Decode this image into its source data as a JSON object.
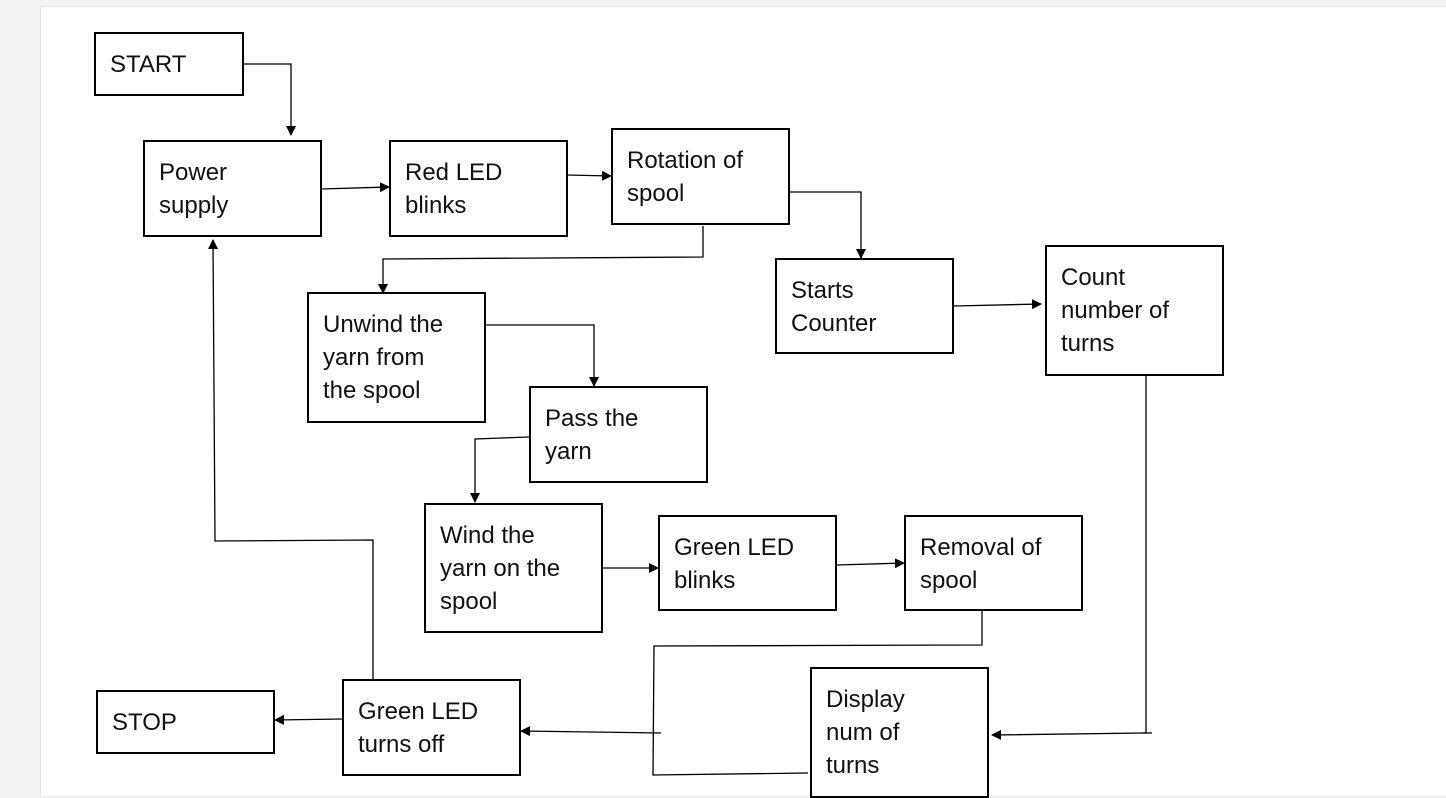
{
  "flowchart": {
    "start": "START",
    "power_supply": "Power\nsupply",
    "red_led": "Red LED\nblinks",
    "rotation": "Rotation of\nspool",
    "starts_counter": "Starts\nCounter",
    "count_turns": "Count\nnumber of\nturns",
    "unwind": "Unwind the\nyarn from\nthe spool",
    "pass_yarn": "Pass the\nyarn",
    "wind": "Wind the\nyarn on the\nspool",
    "green_blinks": "Green LED\nblinks",
    "removal": "Removal of\nspool",
    "display": "Display\nnum of\nturns",
    "green_off": "Green LED\nturns off",
    "stop": "STOP"
  }
}
